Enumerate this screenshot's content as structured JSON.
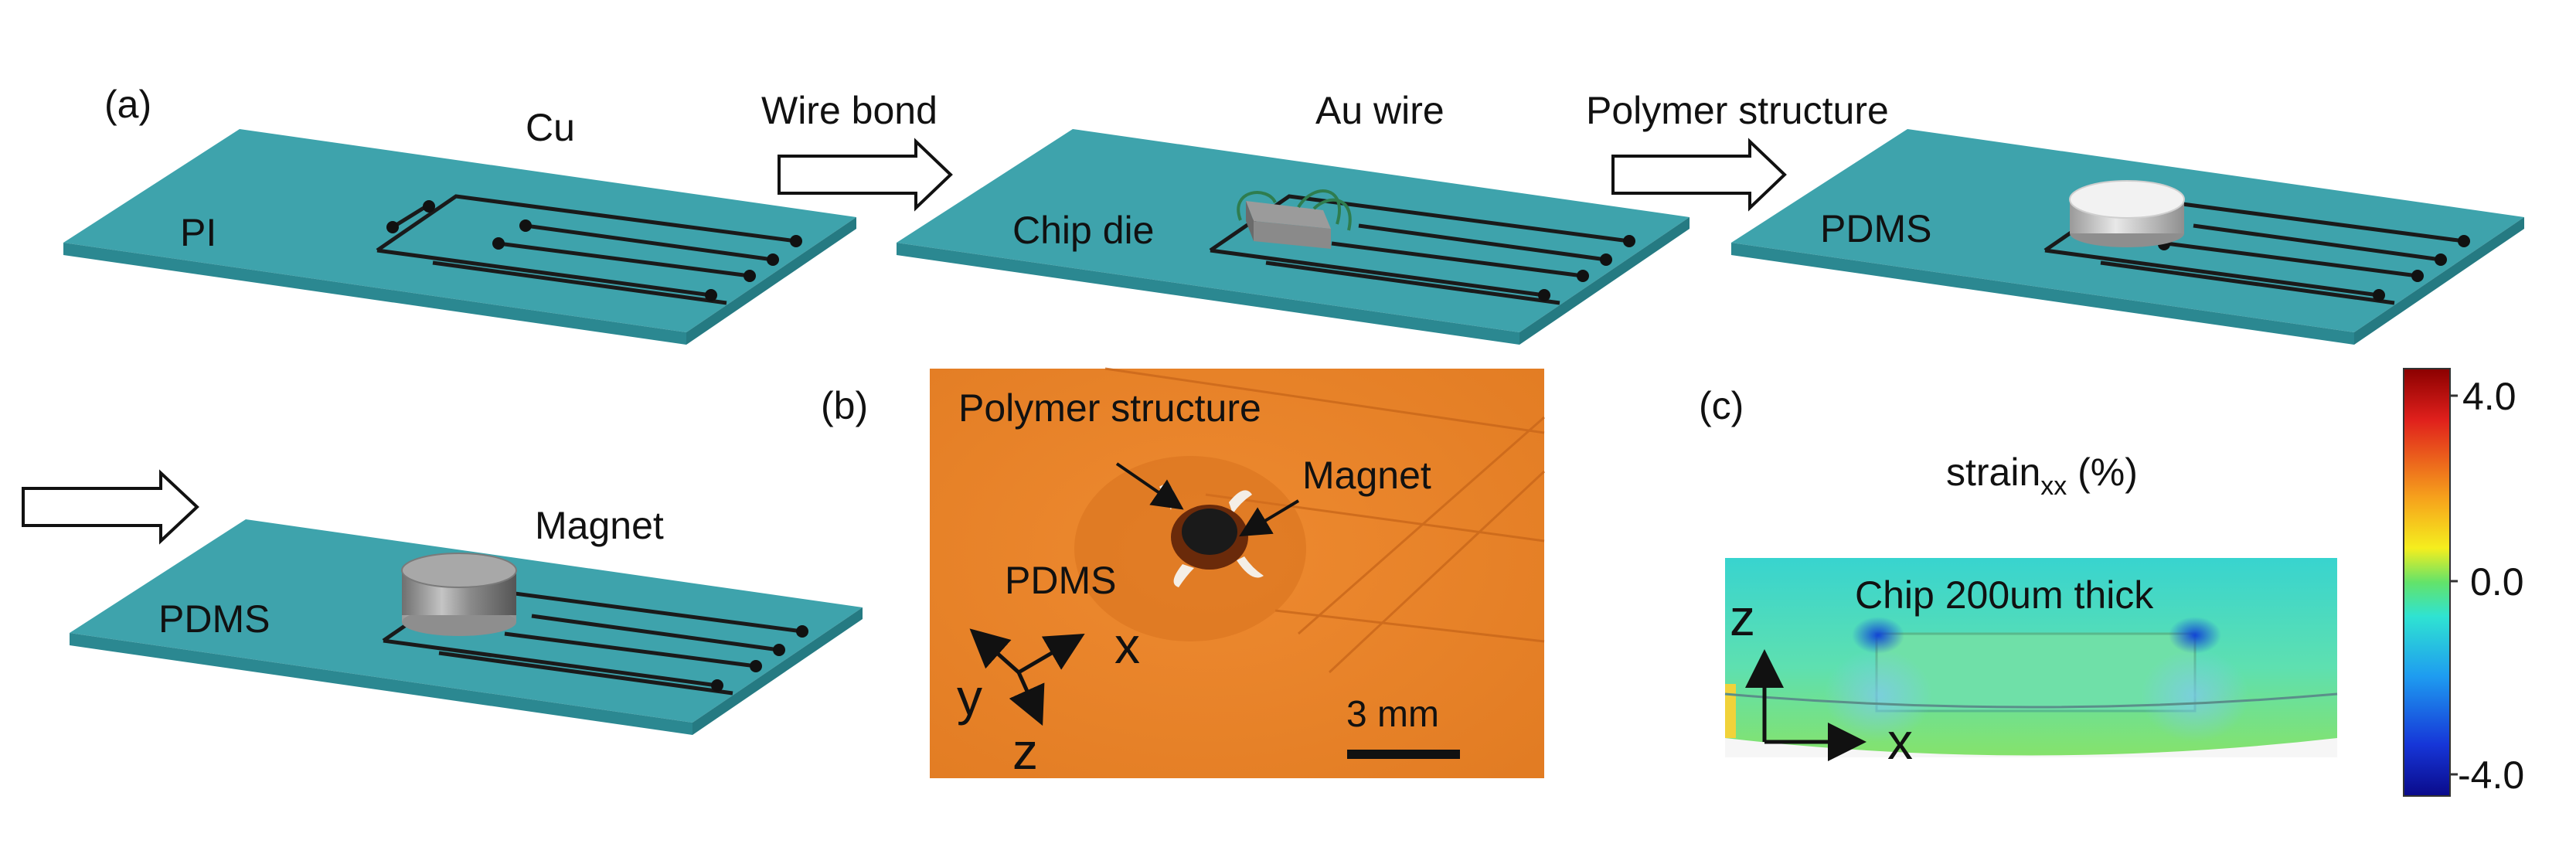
{
  "panel_a": {
    "label": "(a)",
    "steps": [
      {
        "arrow_label": "",
        "top_label": "Cu",
        "left_label": "PI"
      },
      {
        "arrow_label": "Wire bond",
        "top_label": "Au wire",
        "left_label": "Chip die"
      },
      {
        "arrow_label": "Polymer structure",
        "top_label": "",
        "left_label": "PDMS"
      },
      {
        "arrow_label": "",
        "top_label": "Magnet",
        "left_label": "PDMS"
      }
    ]
  },
  "panel_b": {
    "label": "(b)",
    "polymer_label": "Polymer structure",
    "magnet_label": "Magnet",
    "pdms_label": "PDMS",
    "axis_x": "x",
    "axis_y": "y",
    "axis_z": "z",
    "scale_label": "3 mm"
  },
  "panel_c": {
    "label": "(c)",
    "title_main": "strain",
    "title_sub": "xx",
    "title_unit": " (%)",
    "chip_label": "Chip 200um thick",
    "axis_z": "z",
    "axis_x": "x",
    "colorbar": {
      "max_label": "4.0",
      "mid_label": "0.0",
      "min_label": "-4.0",
      "colors": [
        "#8b0000",
        "#e0201c",
        "#f6a01c",
        "#f5ee1e",
        "#63e36a",
        "#2fe3d2",
        "#1e9cf0",
        "#1636d8",
        "#0a0a8a"
      ]
    }
  },
  "colors": {
    "substrate_top": "#3ea3ac",
    "substrate_side": "#2b8891",
    "trace": "#1a1a1a",
    "photo_bg": "#e9832a"
  }
}
